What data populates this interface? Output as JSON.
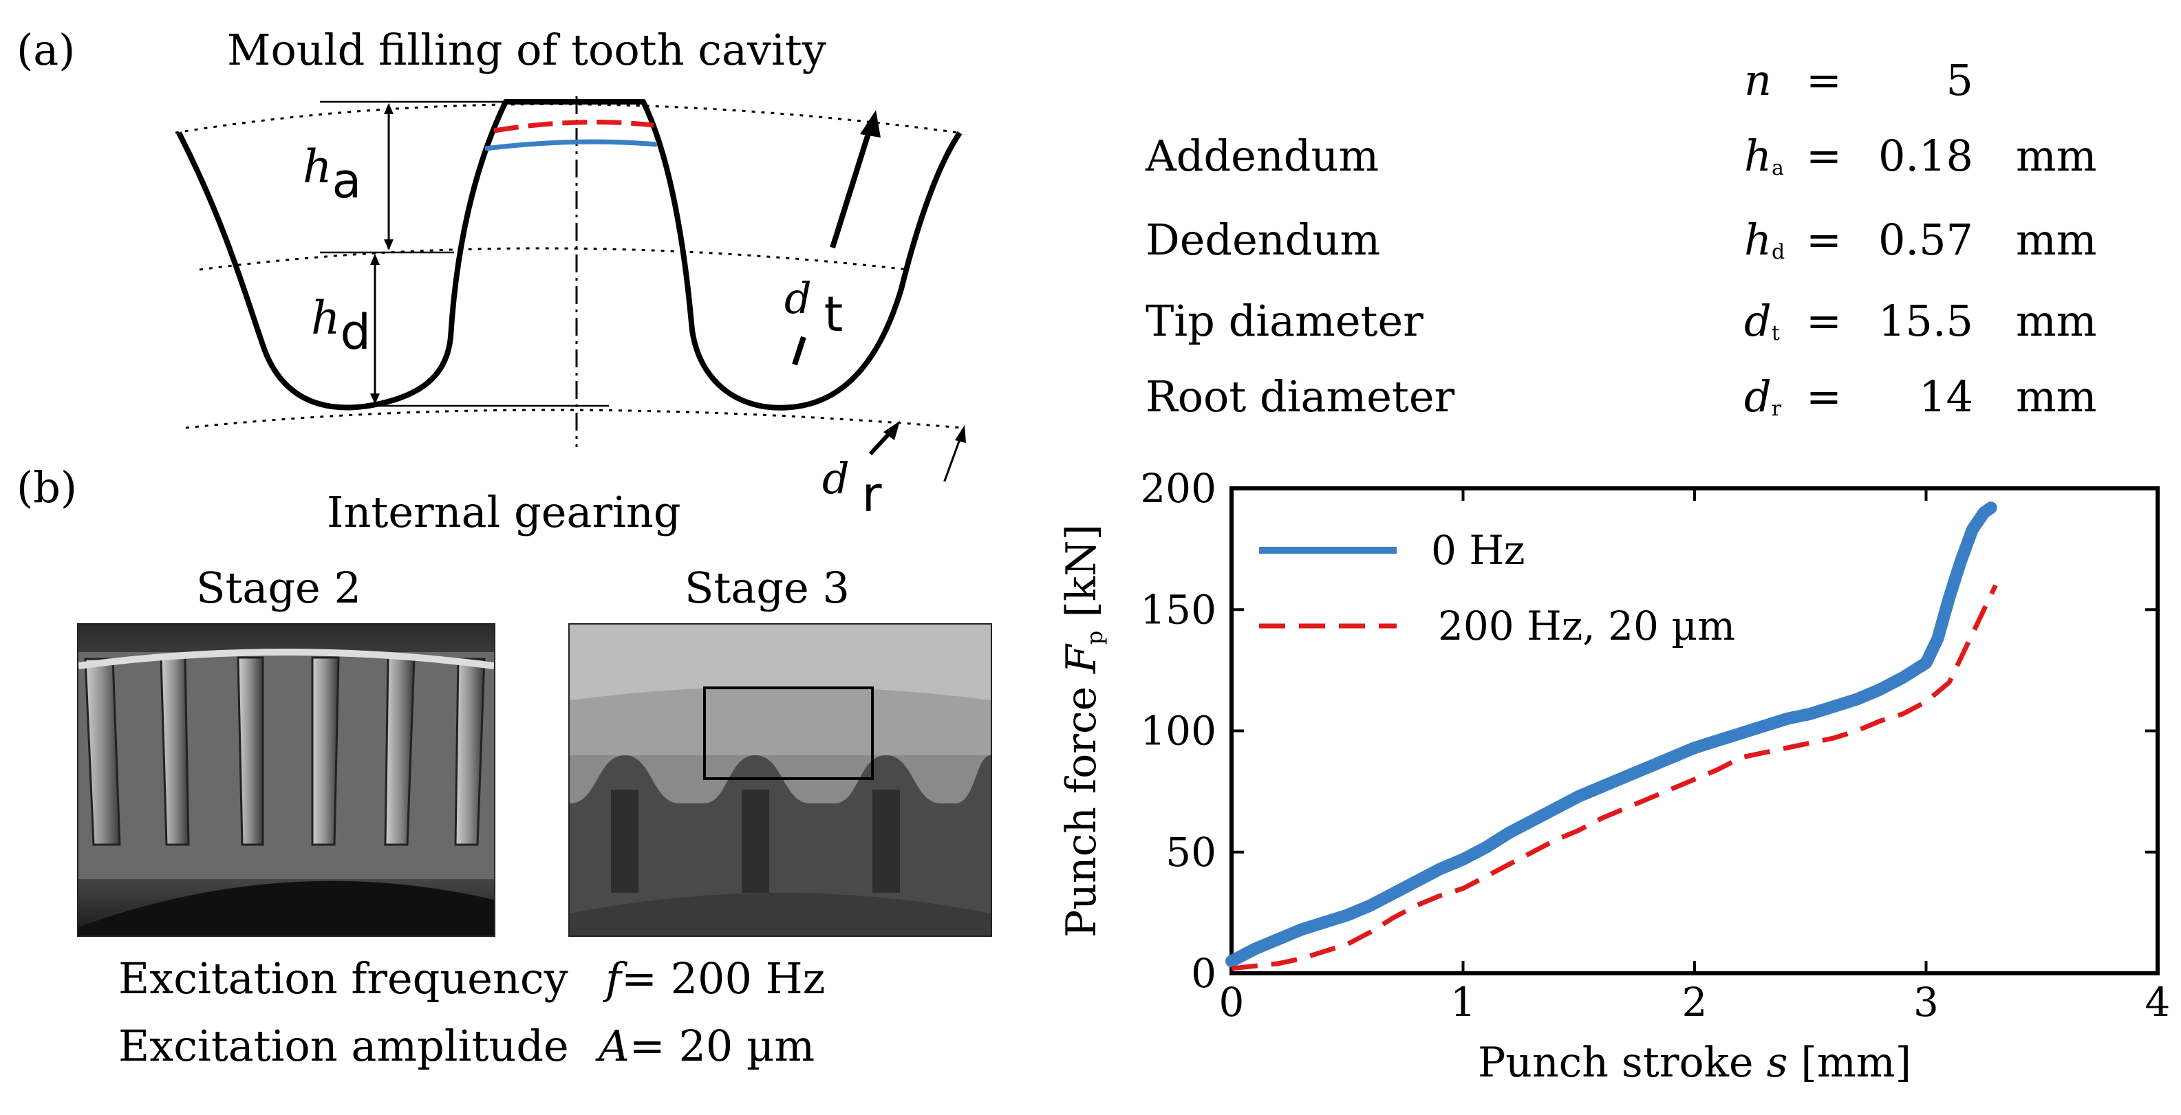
{
  "panel_a": {
    "label": "(a)",
    "title": "Mould filling of tooth cavity",
    "ha_sym": "h",
    "ha_sub": "a",
    "hd_sym": "h",
    "hd_sub": "d",
    "dt_sym": "d",
    "dt_sub": "t",
    "dr_sym": "d",
    "dr_sub": "r"
  },
  "params": {
    "rows": [
      {
        "label": "",
        "sym": "n",
        "sub": "",
        "eq": "=",
        "value": "5",
        "unit": ""
      },
      {
        "label": "Addendum",
        "sym": "h",
        "sub": "a",
        "eq": "=",
        "value": "0.18",
        "unit": "mm"
      },
      {
        "label": "Dedendum",
        "sym": "h",
        "sub": "d",
        "eq": "=",
        "value": "0.57",
        "unit": "mm"
      },
      {
        "label": "Tip diameter",
        "sym": "d",
        "sub": "t",
        "eq": "=",
        "value": "15.5",
        "unit": "mm"
      },
      {
        "label": "Root diameter",
        "sym": "d",
        "sub": "r",
        "eq": "=",
        "value": "14",
        "unit": "mm"
      }
    ]
  },
  "panel_b": {
    "label": "(b)",
    "title": "Internal gearing",
    "stage2": "Stage 2",
    "stage3": "Stage 3",
    "freq_label": "Excitation frequency",
    "freq_sym": "f",
    "freq_value": "= 200 Hz",
    "amp_label": "Excitation amplitude",
    "amp_sym": "A",
    "amp_value": "=   20 µm"
  },
  "chart_data": {
    "type": "line",
    "xlabel_text": "Punch stroke ",
    "xlabel_sym": "s",
    "xlabel_unit": " [mm]",
    "ylabel_text": "Punch force ",
    "ylabel_sym": "F",
    "ylabel_sub": "p",
    "ylabel_unit": " [kN]",
    "xlim": [
      0,
      4
    ],
    "ylim": [
      0,
      200
    ],
    "xticks": [
      0,
      1,
      2,
      3,
      4
    ],
    "yticks": [
      0,
      50,
      100,
      150,
      200
    ],
    "legend_position": "top-left",
    "series": [
      {
        "name": "0 Hz",
        "color": "#3a7fc6",
        "style": "solid",
        "x": [
          0,
          0.1,
          0.2,
          0.3,
          0.4,
          0.5,
          0.6,
          0.7,
          0.8,
          0.9,
          1.0,
          1.1,
          1.2,
          1.3,
          1.4,
          1.5,
          1.6,
          1.7,
          1.8,
          1.9,
          2.0,
          2.1,
          2.2,
          2.3,
          2.4,
          2.5,
          2.6,
          2.7,
          2.8,
          2.9,
          3.0,
          3.05,
          3.1,
          3.15,
          3.2,
          3.25,
          3.28
        ],
        "y": [
          5,
          10,
          14,
          18,
          21,
          24,
          28,
          33,
          38,
          43,
          47,
          52,
          58,
          63,
          68,
          73,
          77,
          81,
          85,
          89,
          93,
          96,
          99,
          102,
          105,
          107,
          110,
          113,
          117,
          122,
          128,
          138,
          155,
          170,
          183,
          190,
          192
        ]
      },
      {
        "name": "200 Hz, 20 µm",
        "color": "#e0191b",
        "style": "dashed",
        "x": [
          0,
          0.1,
          0.2,
          0.3,
          0.4,
          0.5,
          0.6,
          0.7,
          0.8,
          0.9,
          1.0,
          1.1,
          1.2,
          1.3,
          1.4,
          1.5,
          1.6,
          1.7,
          1.8,
          1.9,
          2.0,
          2.1,
          2.2,
          2.3,
          2.4,
          2.5,
          2.6,
          2.7,
          2.8,
          2.9,
          3.0,
          3.1,
          3.2,
          3.3
        ],
        "y": [
          2,
          3,
          4,
          6,
          9,
          12,
          17,
          23,
          28,
          32,
          35,
          40,
          45,
          50,
          55,
          59,
          64,
          68,
          72,
          76,
          80,
          84,
          89,
          91,
          93,
          95,
          97,
          100,
          104,
          107,
          112,
          120,
          140,
          160
        ]
      }
    ]
  }
}
